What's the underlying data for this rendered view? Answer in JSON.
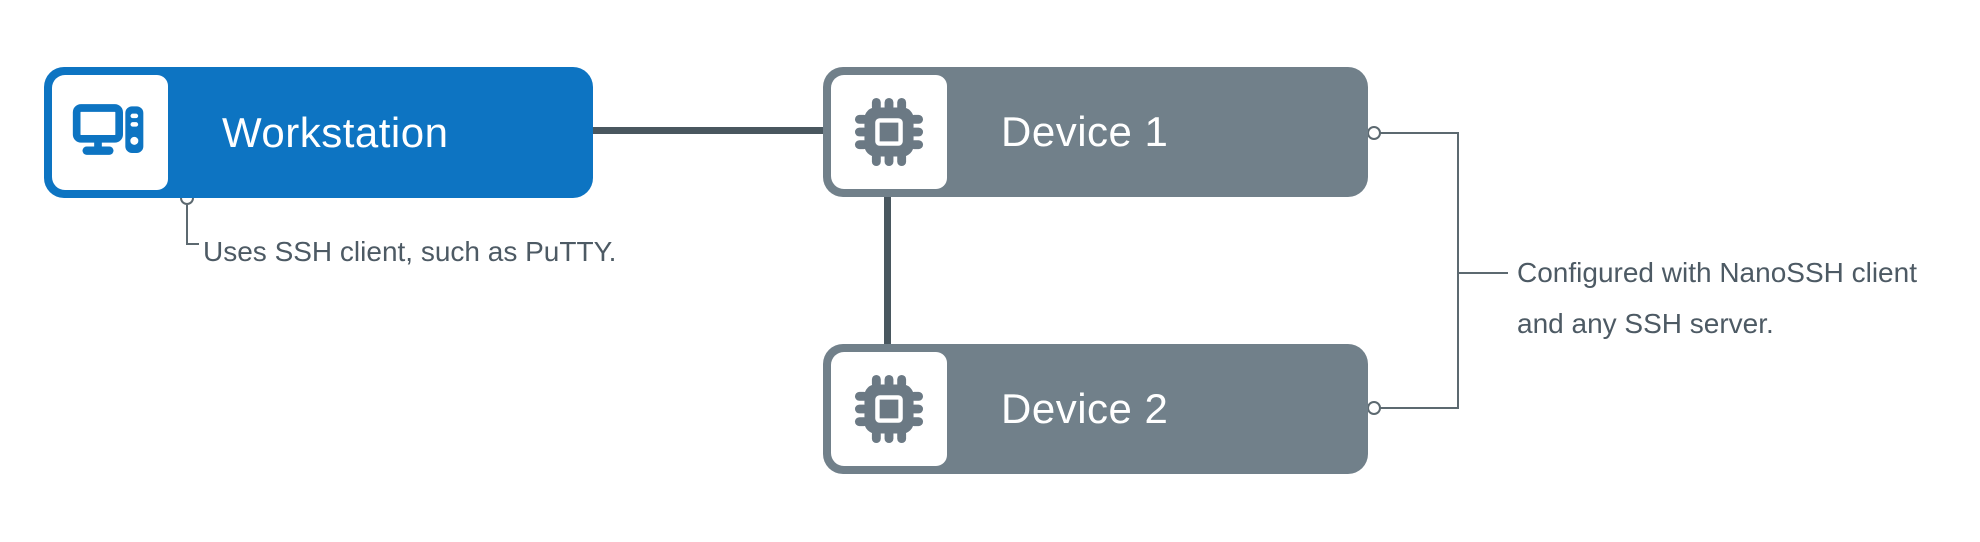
{
  "diagram": {
    "nodes": {
      "workstation": {
        "label": "Workstation",
        "icon": "desktop-computer-icon",
        "fill": "#0d74c2"
      },
      "device1": {
        "label": "Device 1",
        "icon": "chip-icon",
        "fill": "#71808a"
      },
      "device2": {
        "label": "Device 2",
        "icon": "chip-icon",
        "fill": "#71808a"
      }
    },
    "annotations": {
      "workstation_note": "Uses SSH client, such as PuTTY.",
      "devices_note_line1": "Configured with NanoSSH client",
      "devices_note_line2": "and any SSH server."
    },
    "connections": [
      {
        "from": "workstation",
        "to": "device1",
        "style": "thick-line"
      },
      {
        "from": "device1",
        "to": "device2",
        "style": "thick-line"
      },
      {
        "from": "workstation",
        "to": "workstation_note",
        "style": "thin-callout"
      },
      {
        "from": "device1",
        "to": "devices_note",
        "style": "thin-callout"
      },
      {
        "from": "device2",
        "to": "devices_note",
        "style": "thin-callout"
      }
    ],
    "colors": {
      "workstation_fill": "#0d74c2",
      "device_fill": "#71808a",
      "connector": "#49575f",
      "annotation_line": "#5c6970",
      "annotation_text": "#4d5a64",
      "node_label_text": "#ffffff",
      "background": "#ffffff"
    }
  }
}
